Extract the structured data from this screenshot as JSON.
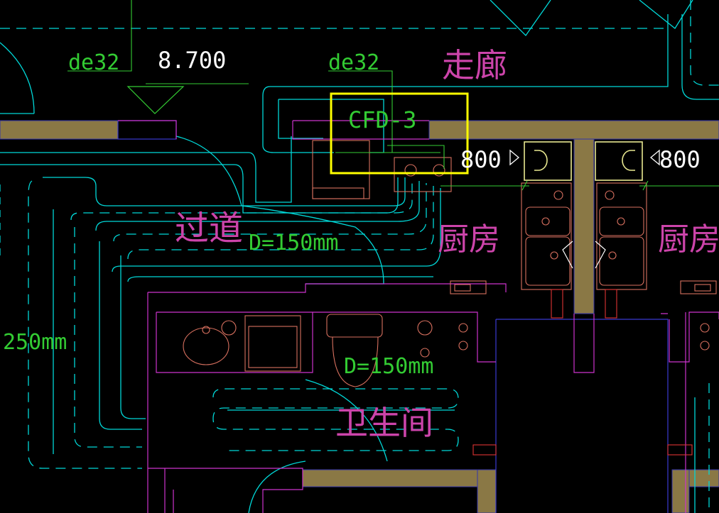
{
  "drawing": {
    "labels": {
      "pipe_left": "de32",
      "elevation": "8.700",
      "pipe_right": "de32",
      "corridor": "走廊",
      "equipment_tag": "CFD-3",
      "dim_left": "800",
      "dim_right": "800",
      "aisle": "过道",
      "spacing_center": "D=150mm",
      "kitchen_left": "厨房",
      "kitchen_right": "厨房",
      "spacing_left": "250mm",
      "spacing_bath": "D=150mm",
      "bathroom": "卫生间"
    },
    "colors": {
      "background": "#000000",
      "wall_fill": "#8a7845",
      "heating_pipe": "#00e5e5",
      "annotation": "#33cc33",
      "room_text": "#cc44aa",
      "fixture": "#e07a6a",
      "partition": "#cc33cc",
      "highlight": "#ffff00",
      "white_text": "#ffffff"
    }
  }
}
